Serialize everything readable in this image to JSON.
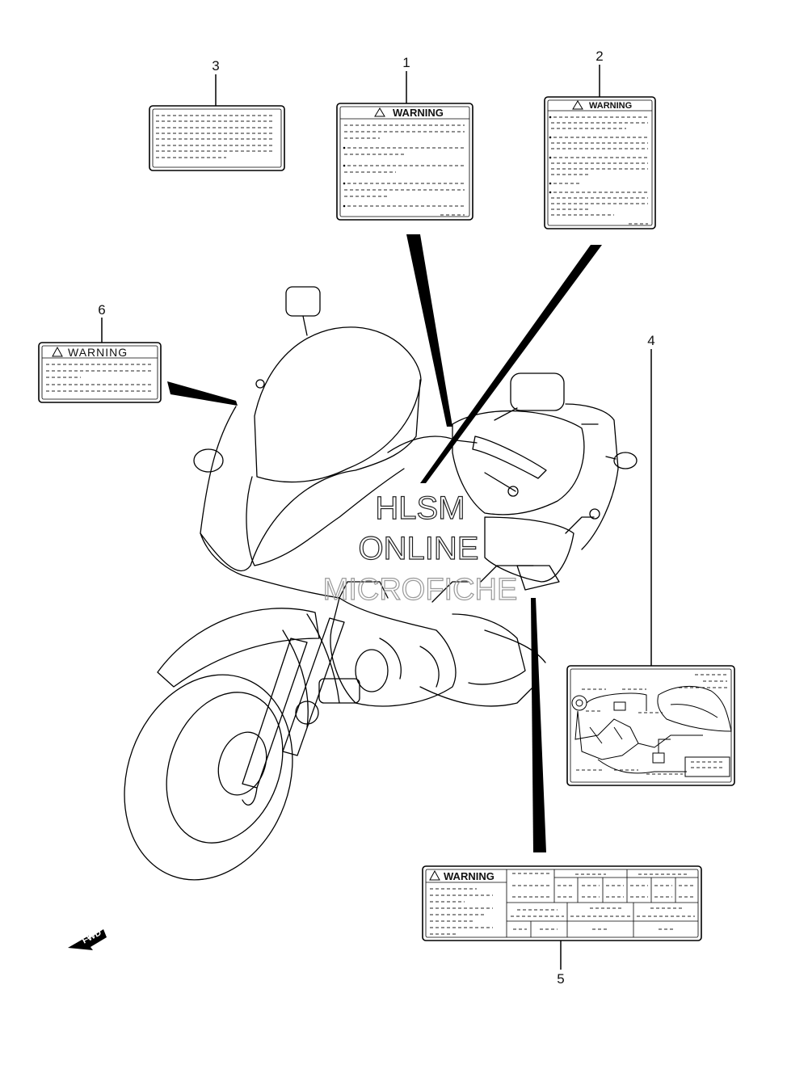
{
  "diagram": {
    "callouts": [
      "1",
      "2",
      "3",
      "4",
      "5",
      "6"
    ],
    "warning_text": "WARNING",
    "watermark": [
      "HLSM",
      "ONLINE",
      "MICROFICHE"
    ],
    "direction_marker": "FWD"
  }
}
